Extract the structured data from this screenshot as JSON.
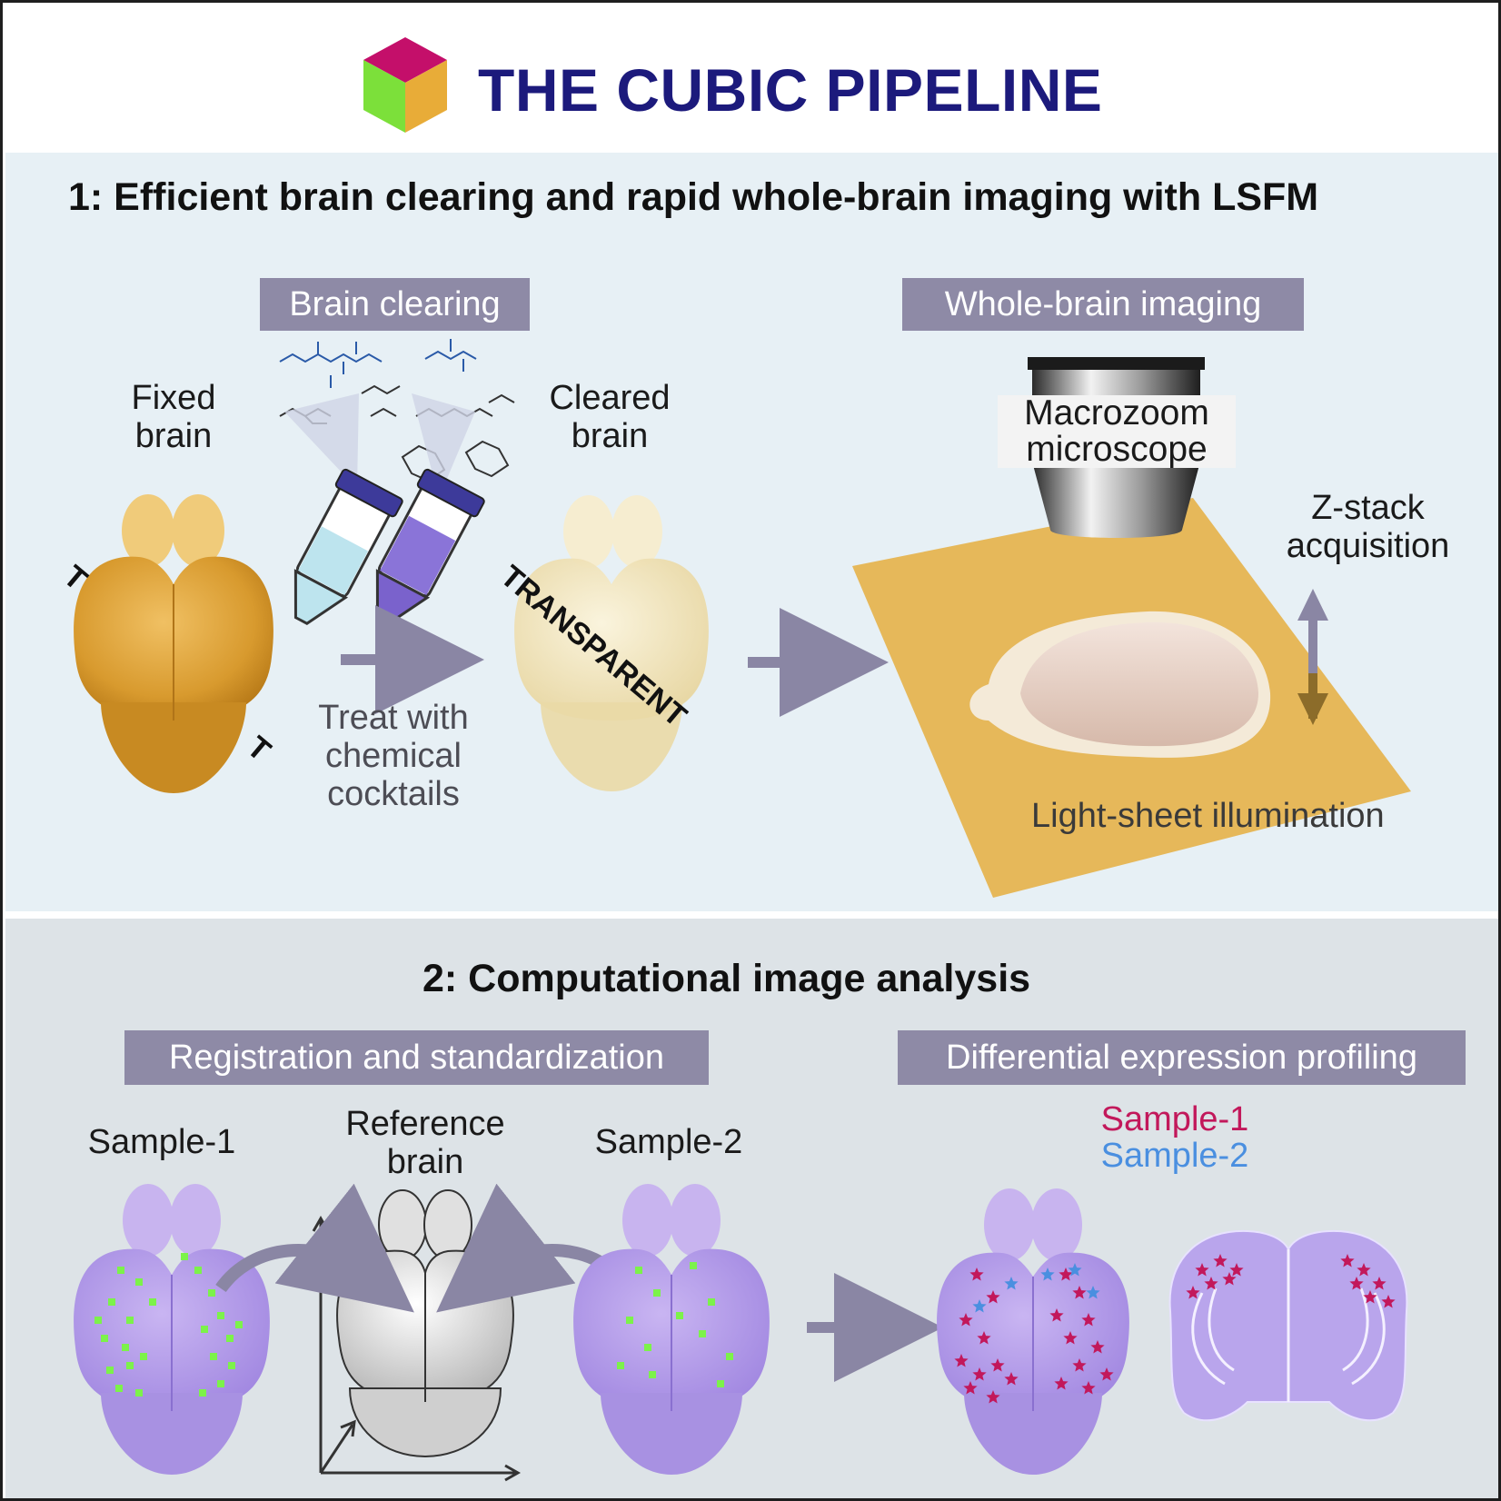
{
  "title": "THE CUBIC PIPELINE",
  "section1": {
    "heading": "1: Efficient brain clearing and rapid whole-brain imaging with LSFM",
    "tag_clearing": "Brain clearing",
    "tag_imaging": "Whole-brain imaging",
    "fixed_brain": [
      "Fixed",
      "brain"
    ],
    "cleared_brain": [
      "Cleared",
      "brain"
    ],
    "treat": [
      "Treat with",
      "chemical",
      "cocktails"
    ],
    "microscope": [
      "Macrozoom",
      "microscope"
    ],
    "zstack": [
      "Z-stack",
      "acquisition"
    ],
    "lightsheet": "Light-sheet illumination",
    "transparent": "TRANSPARENT",
    "opaque_start": "T",
    "opaque_end": "T"
  },
  "section2": {
    "heading": "2: Computational image analysis",
    "tag_registration": "Registration and standardization",
    "tag_profiling": "Differential expression profiling",
    "sample1": "Sample-1",
    "sample2": "Sample-2",
    "reference": [
      "Reference",
      "brain"
    ],
    "legend_sample1": "Sample-1",
    "legend_sample2": "Sample-2"
  },
  "colors": {
    "title": "#1c1a7c",
    "tag_bg": "#8e8aa6",
    "arrow": "#8a86a4",
    "fixed_brain": "#d89a2e",
    "cleared_brain": "#efe0b0",
    "purple_brain": "#b7a0e8",
    "sample1_marker": "#c2185b",
    "sample2_marker": "#4a8fe0",
    "green_marker": "#7cf24a",
    "sheet": "#e6b85a"
  }
}
